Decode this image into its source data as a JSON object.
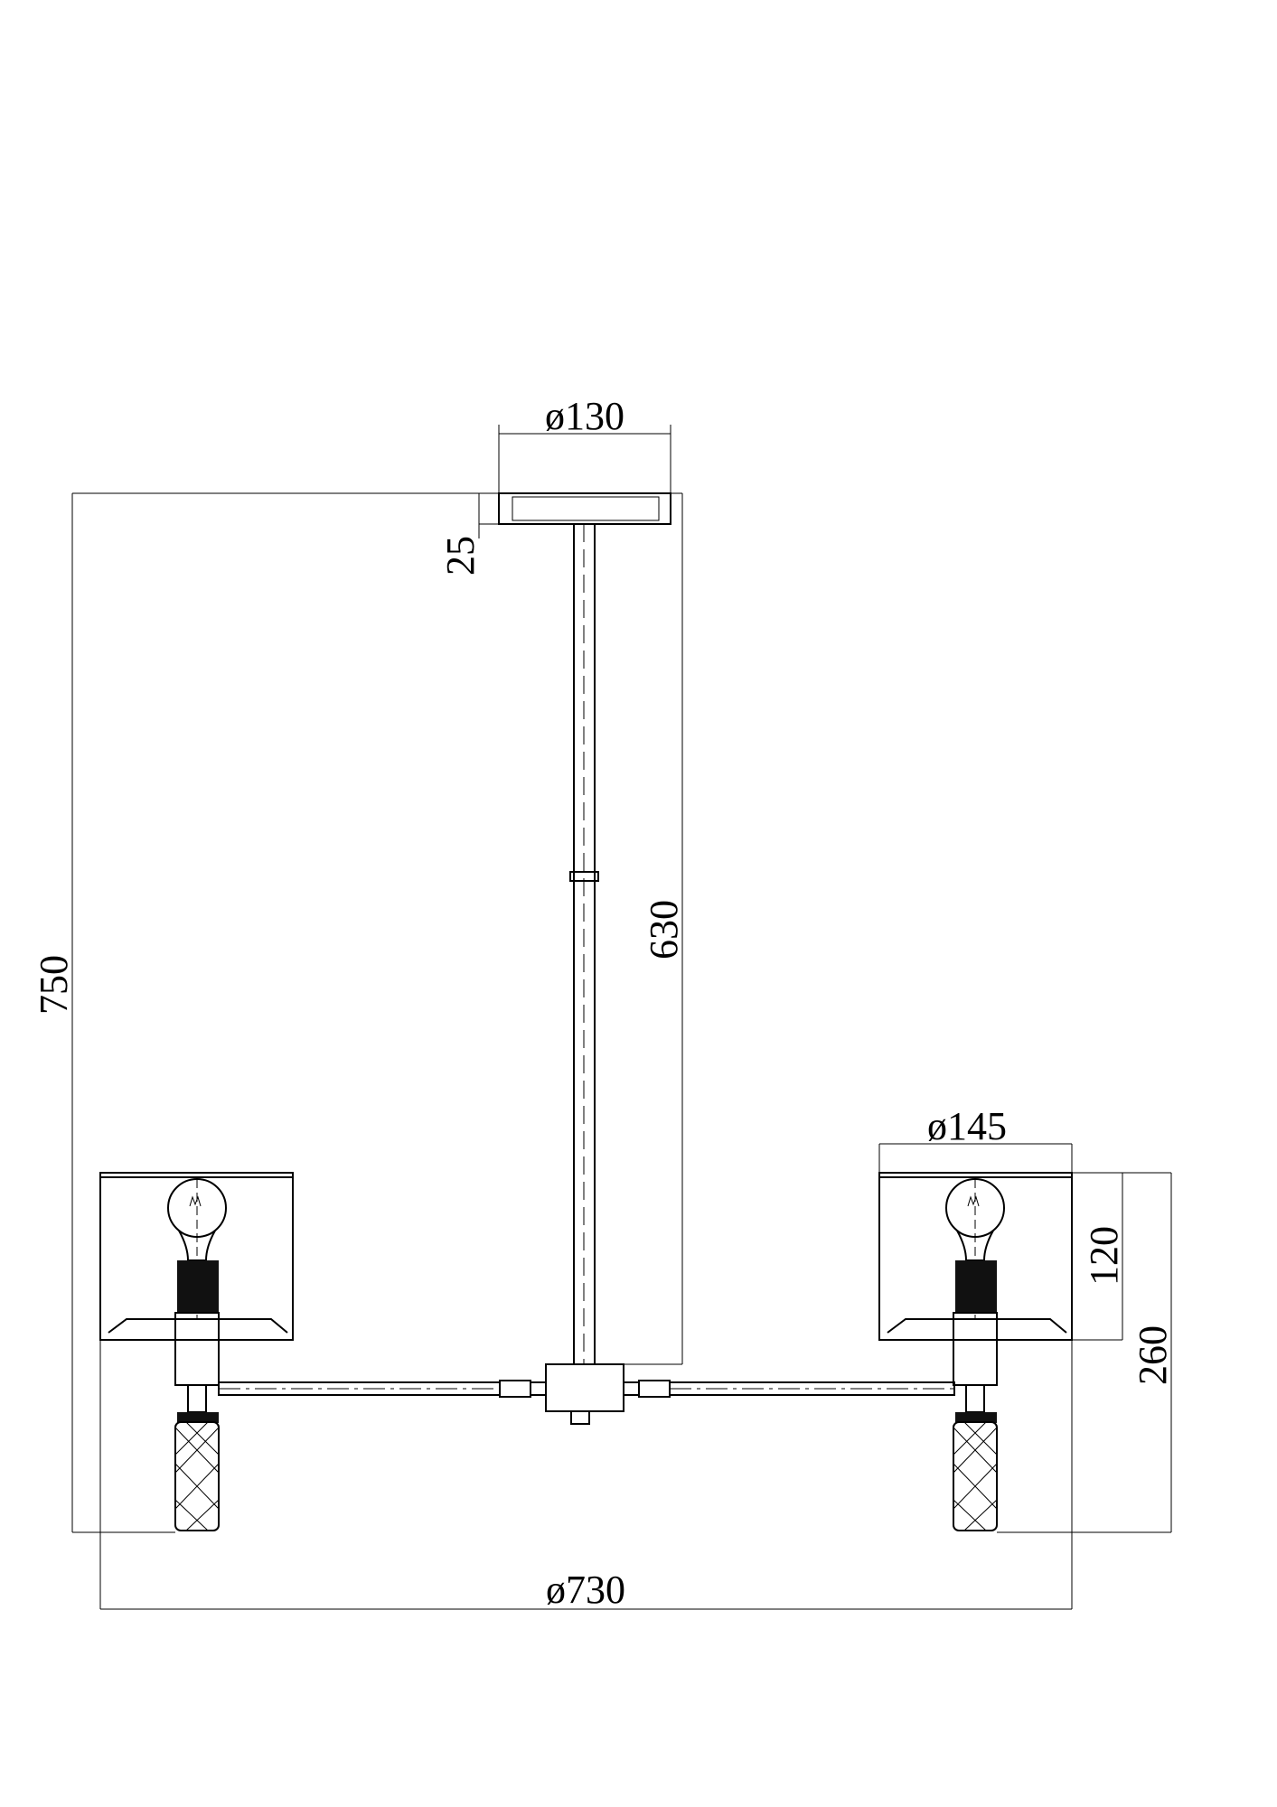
{
  "drawing": {
    "dimensions": {
      "ceiling_plate_diameter": "ø130",
      "ceiling_plate_height": "25",
      "rod_length": "630",
      "total_height": "750",
      "shade_diameter": "ø145",
      "shade_height": "120",
      "lamp_height": "260",
      "overall_diameter": "ø730"
    },
    "line_color": "#000000",
    "background": "#ffffff"
  }
}
